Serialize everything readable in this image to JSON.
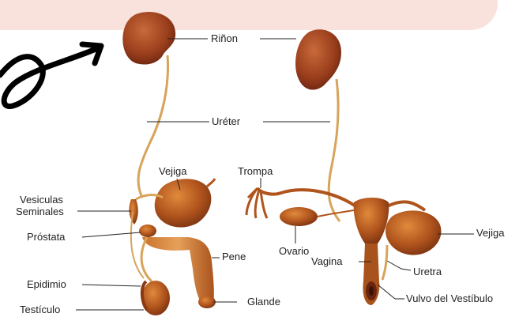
{
  "colors": {
    "banner": "#f9e2dc",
    "organ": "#b0541d",
    "organ_dark": "#7a3210",
    "duct": "#d7a45a",
    "leader": "#222222",
    "doodle": "#000000"
  },
  "icons": {
    "doodle": "hand-drawn-loop-arrow-icon"
  },
  "labels": {
    "rinon": "Riñon",
    "ureter": "Uréter",
    "vejiga_m": "Vejiga",
    "vesiculas": "Vesiculas",
    "seminales": "Seminales",
    "prostata": "Próstata",
    "pene": "Pene",
    "epidimio": "Epidimio",
    "testiculo": "Testículo",
    "glande": "Glande",
    "trompa": "Trompa",
    "ovario": "Ovario",
    "vagina": "Vagina",
    "uretra": "Uretra",
    "vejiga_f": "Vejiga",
    "vulvo": "Vulvo del Vestíbulo"
  }
}
